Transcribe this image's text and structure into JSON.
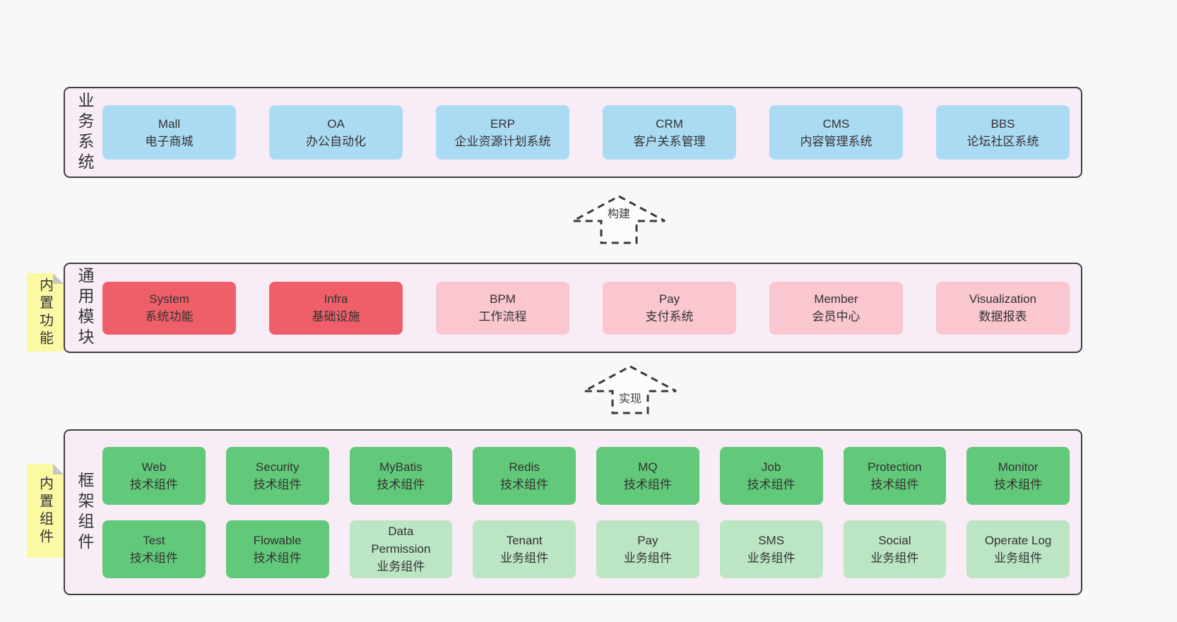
{
  "colors": {
    "page_bg": "#f8f8f8",
    "band_bg": "#f8edf6",
    "band_border": "#3f3f3f",
    "blue_box": "#abdbf2",
    "red_box": "#ef5f6a",
    "pink_box": "#fac6cf",
    "green_box": "#62c87a",
    "light_green_box": "#bbe5c3",
    "sticky_yellow": "#fbf9a4",
    "sticky_fold_gray": "#c6c6c6",
    "text": "#333333"
  },
  "arrows": [
    {
      "label": "构建"
    },
    {
      "label": "实现"
    }
  ],
  "bands": [
    {
      "id": "business-systems",
      "label_vertical": "业务系统",
      "boxes": [
        {
          "title": "Mall",
          "subtitle": "电子商城",
          "color": "blue"
        },
        {
          "title": "OA",
          "subtitle": "办公自动化",
          "color": "blue"
        },
        {
          "title": "ERP",
          "subtitle": "企业资源计划系统",
          "color": "blue"
        },
        {
          "title": "CRM",
          "subtitle": "客户关系管理",
          "color": "blue"
        },
        {
          "title": "CMS",
          "subtitle": "内容管理系统",
          "color": "blue"
        },
        {
          "title": "BBS",
          "subtitle": "论坛社区系统",
          "color": "blue"
        }
      ]
    },
    {
      "id": "common-modules",
      "label_vertical": "通用模块",
      "sticky_label": "内置功能",
      "boxes": [
        {
          "title": "System",
          "subtitle": "系统功能",
          "color": "red"
        },
        {
          "title": "Infra",
          "subtitle": "基础设施",
          "color": "red"
        },
        {
          "title": "BPM",
          "subtitle": "工作流程",
          "color": "pink"
        },
        {
          "title": "Pay",
          "subtitle": "支付系统",
          "color": "pink"
        },
        {
          "title": "Member",
          "subtitle": "会员中心",
          "color": "pink"
        },
        {
          "title": "Visualization",
          "subtitle": "数据报表",
          "color": "pink"
        }
      ]
    },
    {
      "id": "framework-components",
      "label_vertical": "框架组件",
      "sticky_label": "内置组件",
      "rows": [
        [
          {
            "title": "Web",
            "subtitle": "技术组件",
            "color": "green"
          },
          {
            "title": "Security",
            "subtitle": "技术组件",
            "color": "green"
          },
          {
            "title": "MyBatis",
            "subtitle": "技术组件",
            "color": "green"
          },
          {
            "title": "Redis",
            "subtitle": "技术组件",
            "color": "green"
          },
          {
            "title": "MQ",
            "subtitle": "技术组件",
            "color": "green"
          },
          {
            "title": "Job",
            "subtitle": "技术组件",
            "color": "green"
          },
          {
            "title": "Protection",
            "subtitle": "技术组件",
            "color": "green"
          },
          {
            "title": "Monitor",
            "subtitle": "技术组件",
            "color": "green"
          }
        ],
        [
          {
            "title": "Test",
            "subtitle": "技术组件",
            "color": "green"
          },
          {
            "title": "Flowable",
            "subtitle": "技术组件",
            "color": "green"
          },
          {
            "title": "Data Permission",
            "subtitle": "业务组件",
            "color": "lgreen"
          },
          {
            "title": "Tenant",
            "subtitle": "业务组件",
            "color": "lgreen"
          },
          {
            "title": "Pay",
            "subtitle": "业务组件",
            "color": "lgreen"
          },
          {
            "title": "SMS",
            "subtitle": "业务组件",
            "color": "lgreen"
          },
          {
            "title": "Social",
            "subtitle": "业务组件",
            "color": "lgreen"
          },
          {
            "title": "Operate Log",
            "subtitle": "业务组件",
            "color": "lgreen"
          }
        ]
      ]
    }
  ]
}
